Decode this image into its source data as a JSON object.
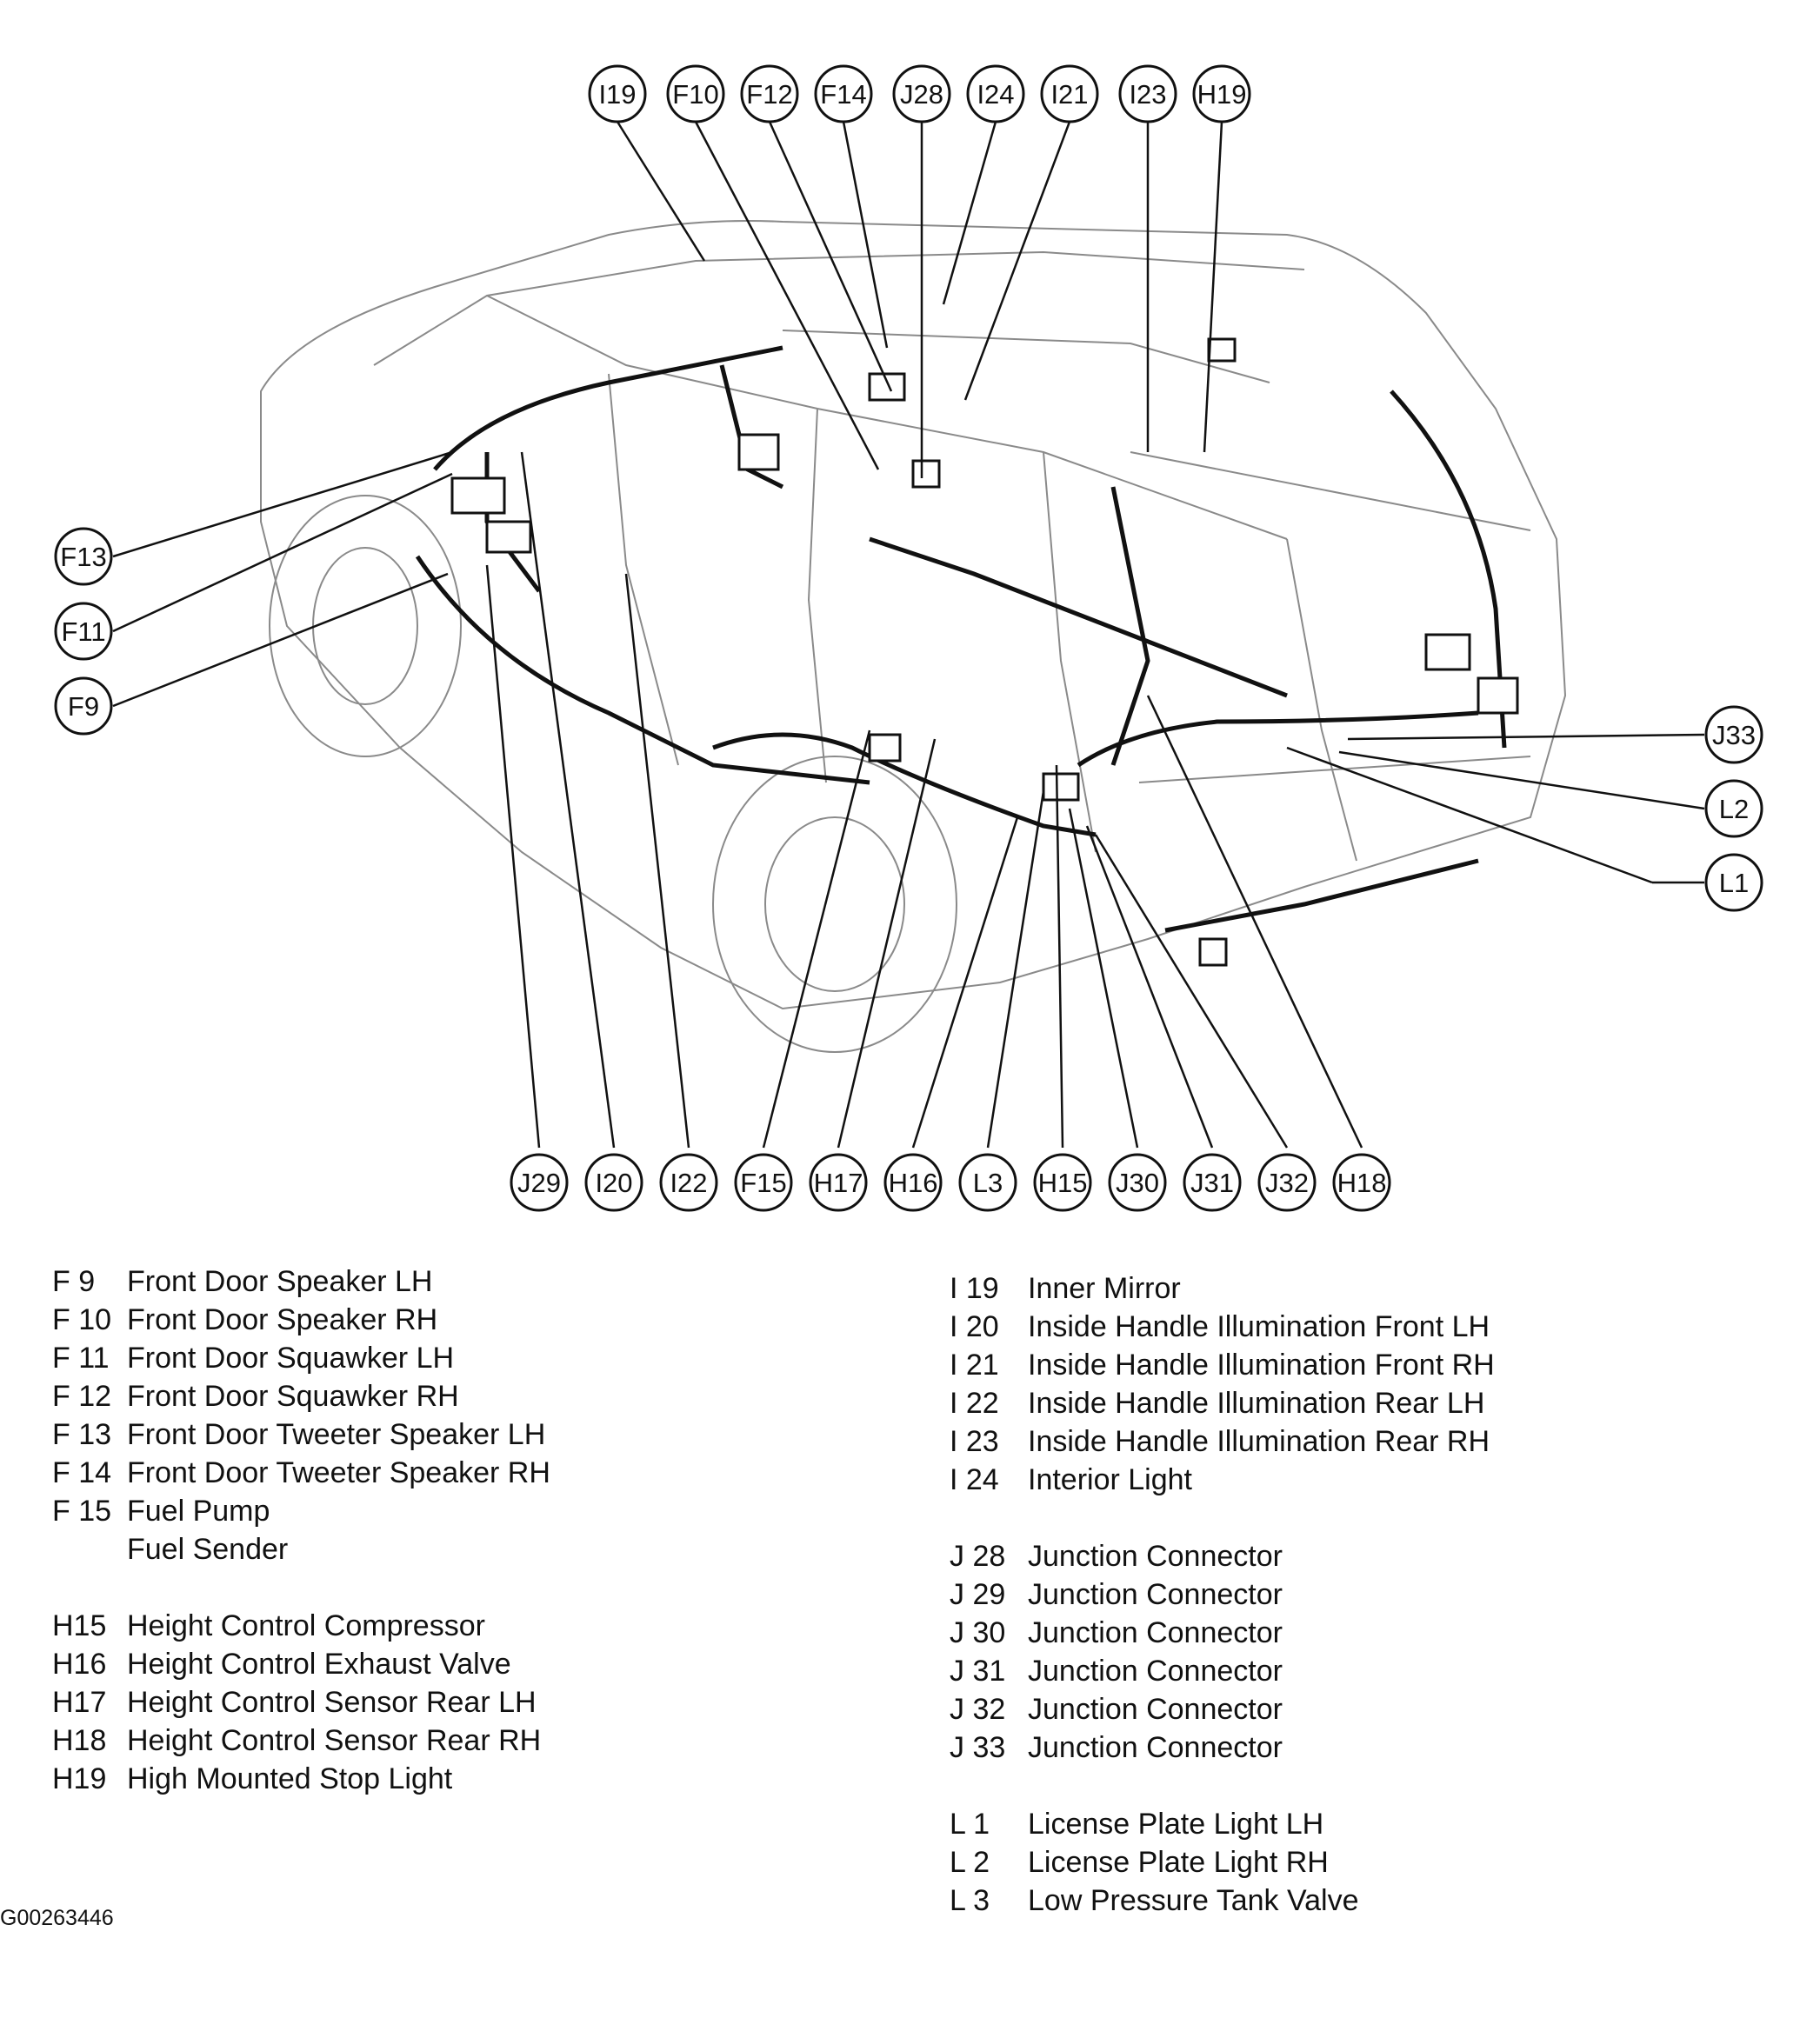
{
  "callouts_top": [
    "I19",
    "F10",
    "F12",
    "F14",
    "J28",
    "I24",
    "I21",
    "I23",
    "H19"
  ],
  "callouts_left": [
    "F13",
    "F11",
    "F9"
  ],
  "callouts_right": [
    "J33",
    "L2",
    "L1"
  ],
  "callouts_bottom": [
    "J29",
    "I20",
    "I22",
    "F15",
    "H17",
    "H16",
    "L3",
    "H15",
    "J30",
    "J31",
    "J32",
    "H18"
  ],
  "legend_left": [
    {
      "code": "F  9",
      "label": "Front Door Speaker LH"
    },
    {
      "code": "F 10",
      "label": "Front Door Speaker RH"
    },
    {
      "code": "F 11",
      "label": "Front Door Squawker LH"
    },
    {
      "code": "F 12",
      "label": "Front Door Squawker RH"
    },
    {
      "code": "F 13",
      "label": "Front Door Tweeter Speaker LH"
    },
    {
      "code": "F 14",
      "label": "Front Door Tweeter Speaker RH"
    },
    {
      "code": "F 15",
      "label": "Fuel Pump"
    },
    {
      "code": "",
      "label": "Fuel Sender"
    },
    null,
    {
      "code": "H15",
      "label": "Height Control Compressor"
    },
    {
      "code": "H16",
      "label": "Height Control Exhaust Valve"
    },
    {
      "code": "H17",
      "label": "Height Control Sensor Rear LH"
    },
    {
      "code": "H18",
      "label": "Height Control Sensor Rear RH"
    },
    {
      "code": "H19",
      "label": "High Mounted Stop Light"
    }
  ],
  "legend_right": [
    {
      "code": "I 19",
      "label": "Inner Mirror"
    },
    {
      "code": "I 20",
      "label": "Inside Handle Illumination Front LH"
    },
    {
      "code": "I 21",
      "label": "Inside Handle Illumination Front RH"
    },
    {
      "code": "I 22",
      "label": "Inside Handle Illumination Rear LH"
    },
    {
      "code": "I 23",
      "label": "Inside Handle Illumination Rear RH"
    },
    {
      "code": "I 24",
      "label": "Interior Light"
    },
    null,
    {
      "code": "J 28",
      "label": "Junction Connector"
    },
    {
      "code": "J 29",
      "label": "Junction Connector"
    },
    {
      "code": "J 30",
      "label": "Junction Connector"
    },
    {
      "code": "J 31",
      "label": "Junction Connector"
    },
    {
      "code": "J 32",
      "label": "Junction Connector"
    },
    {
      "code": "J 33",
      "label": "Junction Connector"
    },
    null,
    {
      "code": "L  1",
      "label": "License Plate Light LH"
    },
    {
      "code": "L  2",
      "label": "License Plate Light RH"
    },
    {
      "code": "L  3",
      "label": "Low Pressure Tank Valve"
    }
  ],
  "image_code": "G00263446"
}
